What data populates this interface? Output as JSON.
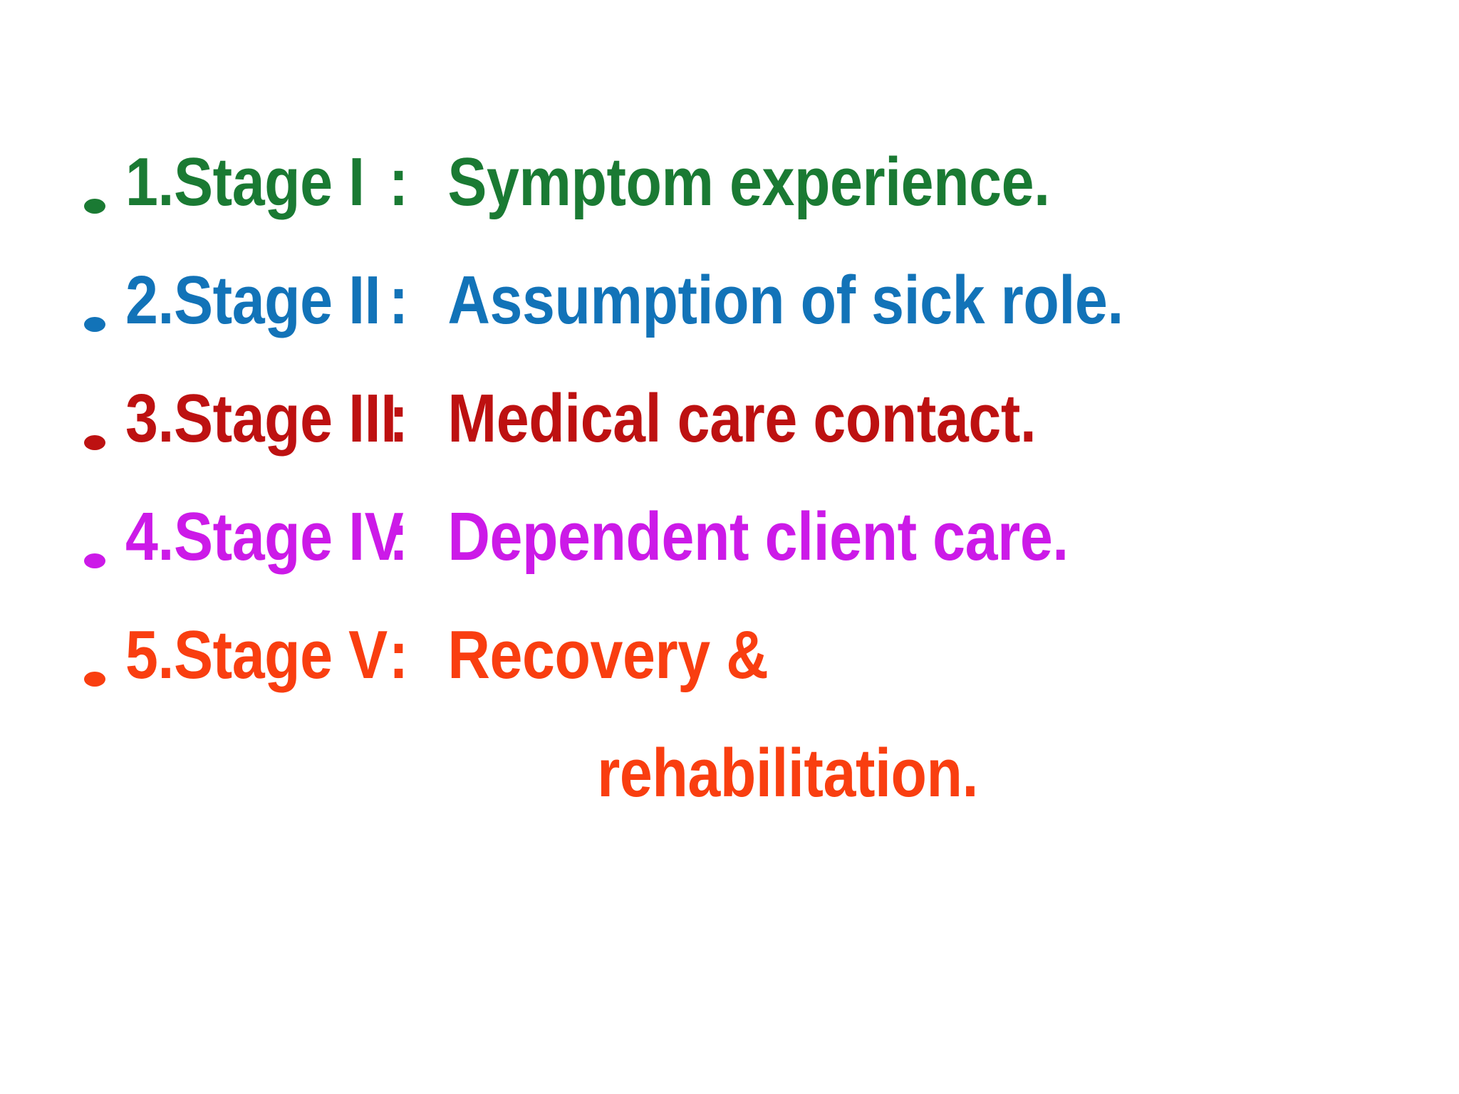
{
  "slide": {
    "background_color": "#FFFFFF",
    "title_present": false
  },
  "bullets": [
    {
      "marker": "bullet-ellipse",
      "number": "1.",
      "stage_label": "1.Stage I",
      "separator": ":",
      "description": "Symptom experience.",
      "color": "#1A7A33"
    },
    {
      "marker": "bullet-ellipse",
      "number": "2.",
      "stage_label": "2.Stage II",
      "separator": ":",
      "description": "Assumption of sick role.",
      "color": "#1273B8"
    },
    {
      "marker": "bullet-ellipse",
      "number": "3.",
      "stage_label": "3.Stage III",
      "separator": ":",
      "description": "Medical care contact.",
      "color": "#BD1111"
    },
    {
      "marker": "bullet-ellipse",
      "number": "4.",
      "stage_label": "4.Stage IV",
      "separator": ":",
      "description": "Dependent client care.",
      "color": "#CC1AE8"
    },
    {
      "marker": "bullet-ellipse",
      "number": "5.",
      "stage_label": "5.Stage V",
      "separator": ":",
      "description": "Recovery &",
      "continuation": "rehabilitation.",
      "color": "#F93E10"
    }
  ]
}
